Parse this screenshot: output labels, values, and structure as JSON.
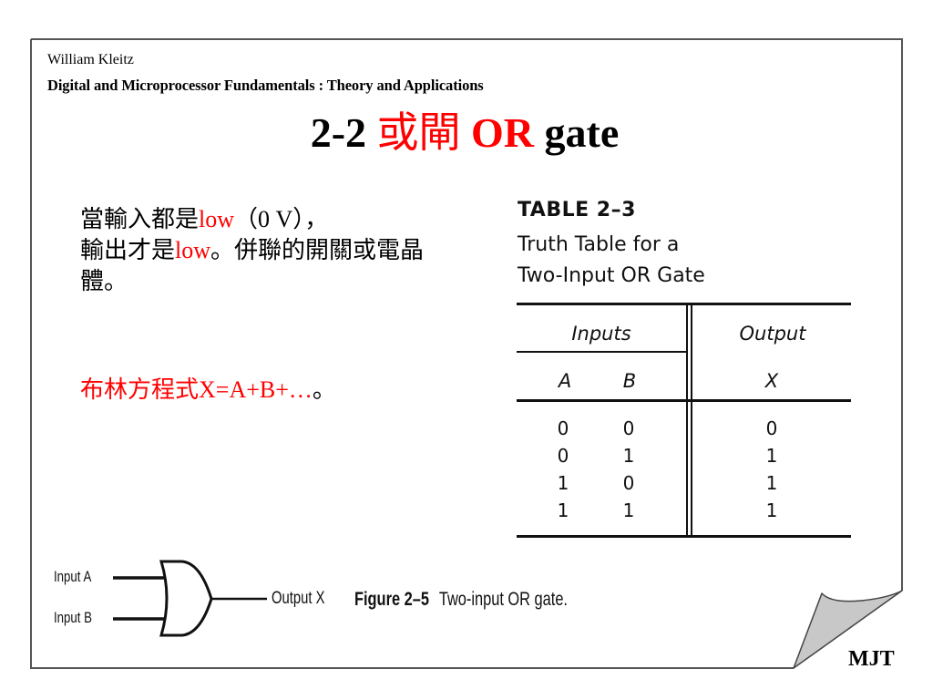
{
  "header": {
    "author": "William Kleitz",
    "book_title": "Digital and Microprocessor Fundamentals : Theory and Applications"
  },
  "slide_title": {
    "number": "2-2",
    "chinese": "或閘",
    "or": "OR",
    "gate": "gate"
  },
  "body": {
    "line1_a": "當輸入都是",
    "line1_low": "low",
    "line1_b": "（0 V），",
    "line2_a": "輸出才是",
    "line2_low": "low",
    "line2_b": "。併聯的開關或電晶體。",
    "formula": "布林方程式X=A+B+…",
    "formula_end": "。"
  },
  "colors": {
    "accent_red": "#ff0000",
    "text": "#000000",
    "fold_fill": "#c8c8c8",
    "border": "#555555"
  },
  "truth_table": {
    "number": "TABLE 2–3",
    "caption_line1": "Truth Table for a",
    "caption_line2": "Two-Input OR Gate",
    "group_inputs": "Inputs",
    "group_output": "Output",
    "columns": [
      "A",
      "B",
      "X"
    ],
    "rows": [
      [
        "0",
        "0",
        "0"
      ],
      [
        "0",
        "1",
        "1"
      ],
      [
        "1",
        "0",
        "1"
      ],
      [
        "1",
        "1",
        "1"
      ]
    ]
  },
  "figure": {
    "input_a": "Input A",
    "input_b": "Input B",
    "output": "Output X",
    "number": "Figure 2–5",
    "caption": "Two-input OR gate."
  },
  "footer": {
    "initials": "MJT"
  }
}
